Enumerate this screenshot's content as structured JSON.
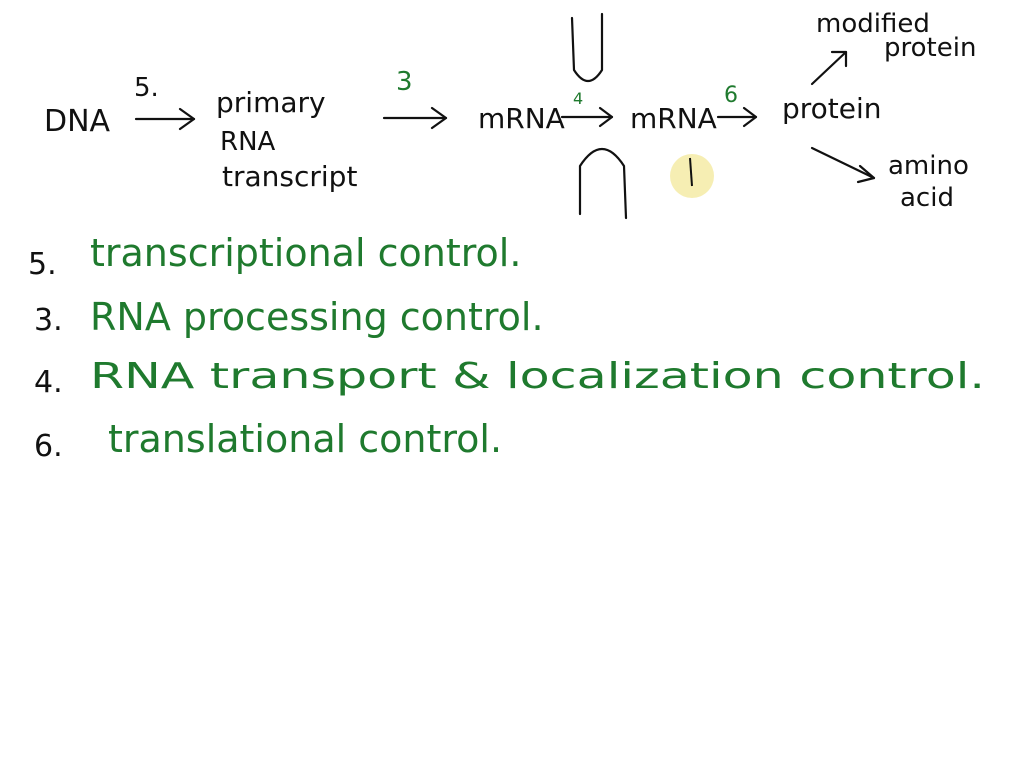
{
  "diagram": {
    "nodes": {
      "dna": "DNA",
      "primary_line1": "primary",
      "primary_line2": "RNA",
      "primary_line3": "transcript",
      "mrna_nucleus": "mRNA",
      "mrna_cytoplasm": "mRNA",
      "protein": "protein",
      "modified_line1": "modified",
      "modified_line2": "protein",
      "amino_line1": "amino",
      "amino_line2": "acid"
    },
    "step_labels": {
      "step_dna": "5.",
      "step_processing": "3",
      "step_transport": "4",
      "step_translation": "6"
    }
  },
  "legend": [
    {
      "num": "5.",
      "text": "transcriptional control."
    },
    {
      "num": "3.",
      "text": "RNA processing control."
    },
    {
      "num": "4.",
      "text": "RNA transport & localization control."
    },
    {
      "num": "6.",
      "text": "translational control."
    }
  ],
  "colors": {
    "ink": "#111111",
    "annotation": "#1f7a2e",
    "cursor": "#f3e89a"
  }
}
